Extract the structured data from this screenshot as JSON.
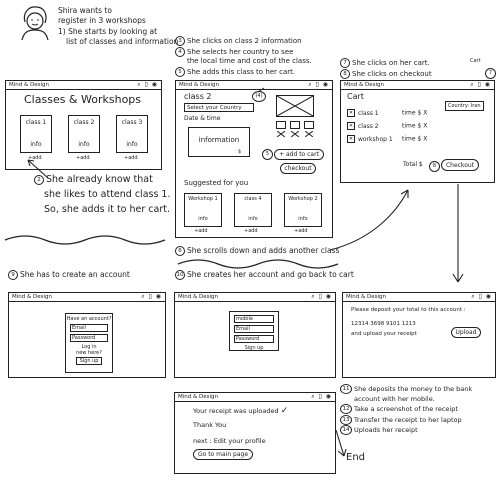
{
  "persona": {
    "intro": [
      "Shira wants to",
      "register in 3 workshops"
    ],
    "step1": [
      "1) She starts by looking at",
      "list of classes and information"
    ]
  },
  "screen1": {
    "app": "Mind & Design",
    "title": "Classes & Workshops",
    "cards": [
      {
        "name": "class 1",
        "info": "info",
        "add": "+add"
      },
      {
        "name": "class 2",
        "info": "info",
        "add": "+add"
      },
      {
        "name": "class 3",
        "info": "info",
        "add": "+add"
      }
    ]
  },
  "step2": {
    "num": "2",
    "text": [
      "She already know that",
      "she likes to attend class 1.",
      "So, she adds it to her cart."
    ]
  },
  "steps345": [
    {
      "num": "3",
      "text": "She clicks on class 2 information"
    },
    {
      "num": "4",
      "text": "She selects her country to see"
    },
    {
      "num": "",
      "text": "the local time and cost of the class."
    },
    {
      "num": "5",
      "text": "She adds this class to her cart."
    }
  ],
  "screen2": {
    "app": "Mind & Design",
    "title": "class 2",
    "select": "Select your Country",
    "date": "Date & time",
    "info": "information",
    "price": "$",
    "add": "+ add to cart",
    "checkout": "checkout",
    "callout4": "(4)",
    "callout5": "5",
    "suggested": "Suggested for you",
    "sugg": [
      {
        "name": "Workshop 1",
        "info": "info"
      },
      {
        "name": "class 4",
        "info": "info"
      },
      {
        "name": "Workshop 2",
        "info": "info"
      }
    ],
    "sugg_add": "+add"
  },
  "steps78": [
    {
      "num": "7",
      "text": "She clicks on her cart."
    },
    {
      "num": "8",
      "text": "She clicks on checkout"
    }
  ],
  "screen3": {
    "app": "Mind & Design",
    "cart_label": "Cart",
    "cart_num": "7",
    "title": "Cart",
    "country": "Country: Iran",
    "rows": [
      {
        "name": "class 1",
        "time": "time $ X"
      },
      {
        "name": "class 2",
        "time": "time $ X"
      },
      {
        "name": "workshop 1",
        "time": "time $ X"
      }
    ],
    "total": "Total $",
    "checkout": "Checkout",
    "num8": "8"
  },
  "step6": {
    "num": "6",
    "text": "She scrolls down and adds another class"
  },
  "step9": {
    "num": "9",
    "text": "She has to create an account"
  },
  "step10": {
    "num": "10",
    "text": "She creates her account and go back to cart"
  },
  "screen4": {
    "app": "Mind & Design",
    "have": "Have an account?",
    "email": "Email",
    "password": "Password",
    "login": "Log in",
    "newhere": "new here?",
    "signup": "Sign up"
  },
  "screen5": {
    "app": "Mind & Design",
    "f1": "mobile",
    "f2": "Email",
    "f3": "Password",
    "signup": "Sign up"
  },
  "screen6": {
    "app": "Mind & Design",
    "line1": "Please deposit your total to this account :",
    "line2": "12314 3698 9101 1213",
    "line3": "and upload your receipt",
    "upload": "Upload"
  },
  "screen7": {
    "app": "Mind & Design",
    "line1": "Your receipt was uploaded",
    "check": "✓",
    "line2": "Thank You",
    "line3": "next : Edit your profile",
    "btn": "Go to main page"
  },
  "steps_end": [
    {
      "num": "11",
      "text": "She deposits the money to the bank"
    },
    {
      "num": "",
      "text": "account with her mobile."
    },
    {
      "num": "12",
      "text": "Take a screenshot of the receipt"
    },
    {
      "num": "13",
      "text": "Transfer the receipt to her laptop"
    },
    {
      "num": "14",
      "text": "Uploads her receipt"
    }
  ],
  "end": "End"
}
